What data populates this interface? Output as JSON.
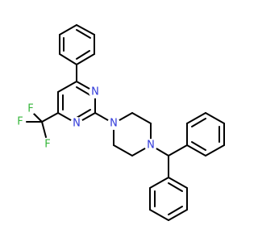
{
  "atom_labels": {
    "n_pyrimidine_top": "N",
    "n_pyrimidine_bottom": "N",
    "n_piperazine_left": "N",
    "n_piperazine_right": "N",
    "f_top": "F",
    "f_left": "F",
    "f_bottom": "F"
  },
  "colors": {
    "nitrogen": "#2f38d9",
    "fluorine": "#35b63a",
    "bond": "#000000"
  }
}
